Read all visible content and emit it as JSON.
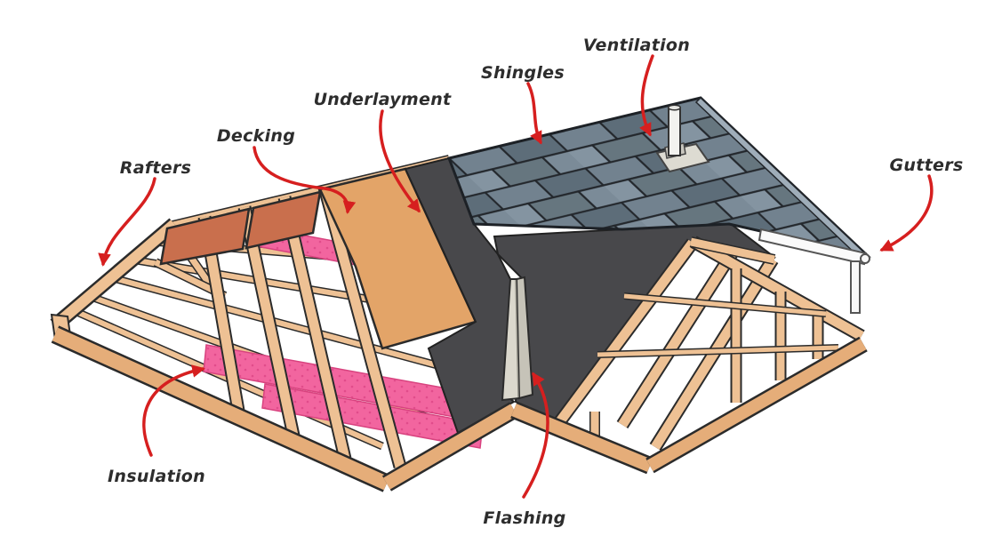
{
  "diagram": {
    "labels": {
      "rafters": "Rafters",
      "decking": "Decking",
      "underlayment": "Underlayment",
      "shingles": "Shingles",
      "ventilation": "Ventilation",
      "gutters": "Gutters",
      "insulation": "Insulation",
      "flashing": "Flashing"
    },
    "colors": {
      "background": "#ffffff",
      "wood": "#eec194",
      "wood_dark": "#d99f6a",
      "terracotta": "#c96f4d",
      "decking": "#e3a468",
      "underlayment": "#48484b",
      "shingle_base": "#72828f",
      "insulation": "#f2659f",
      "flashing": "#d6d3c8",
      "gutter": "#fafafa",
      "arrow": "#d61f1f",
      "label_text": "#2d2d2d",
      "outline": "#2b2b2b"
    }
  }
}
